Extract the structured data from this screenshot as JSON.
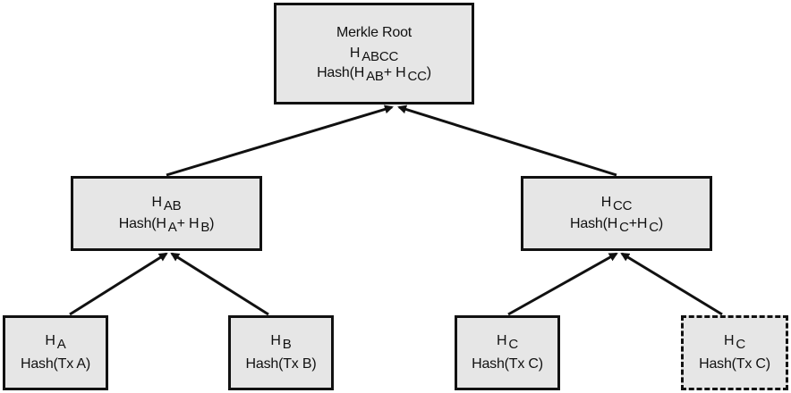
{
  "nodes": {
    "root": {
      "title": "Merkle Root",
      "hash_letter": "H",
      "hash_sub": "ABCC",
      "formula": {
        "prefix": "Hash(H",
        "sub1": "AB",
        "mid": "+ H",
        "sub2": "CC",
        "suffix": ")"
      }
    },
    "ab": {
      "hash_letter": "H",
      "hash_sub": "AB",
      "formula": {
        "prefix": "Hash(H",
        "sub1": "A",
        "mid": "+ H",
        "sub2": "B",
        "suffix": ")"
      }
    },
    "cc": {
      "hash_letter": "H",
      "hash_sub": "CC",
      "formula": {
        "prefix": "Hash(H",
        "sub1": "C",
        "mid": "+H",
        "sub2": "C",
        "suffix": ")"
      }
    },
    "a": {
      "hash_letter": "H",
      "hash_sub": "A",
      "formula": "Hash(Tx A)"
    },
    "b": {
      "hash_letter": "H",
      "hash_sub": "B",
      "formula": "Hash(Tx B)"
    },
    "c1": {
      "hash_letter": "H",
      "hash_sub": "C",
      "formula": "Hash(Tx C)"
    },
    "c2": {
      "hash_letter": "H",
      "hash_sub": "C",
      "formula": "Hash(Tx C)",
      "duplicate": true
    }
  },
  "edges": [
    {
      "from": "a",
      "to": "ab"
    },
    {
      "from": "b",
      "to": "ab"
    },
    {
      "from": "c1",
      "to": "cc"
    },
    {
      "from": "c2",
      "to": "cc"
    },
    {
      "from": "ab",
      "to": "root"
    },
    {
      "from": "cc",
      "to": "root"
    }
  ],
  "colors": {
    "node_fill": "#e6e6e6",
    "stroke": "#111111",
    "background": "#ffffff"
  }
}
